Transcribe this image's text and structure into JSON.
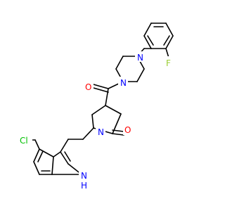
{
  "molecule": {
    "atoms": {
      "fluorine": "F",
      "oxygen_carbonyl": "O",
      "oxygen_lactam": "O",
      "nitrogen_pyrrolidinone": "N",
      "nitrogen_piperazine_top": "N",
      "nitrogen_piperazine_bottom": "N",
      "chlorine": "Cl",
      "nitrogen_indole": "N",
      "hydrogen_indole": "H"
    }
  },
  "colors": {
    "bond": "#000000",
    "fluorine": "#9acd32",
    "oxygen": "#ff0000",
    "nitrogen": "#0000ff",
    "chlorine": "#00c000",
    "hydrogen": "#0000ff"
  }
}
